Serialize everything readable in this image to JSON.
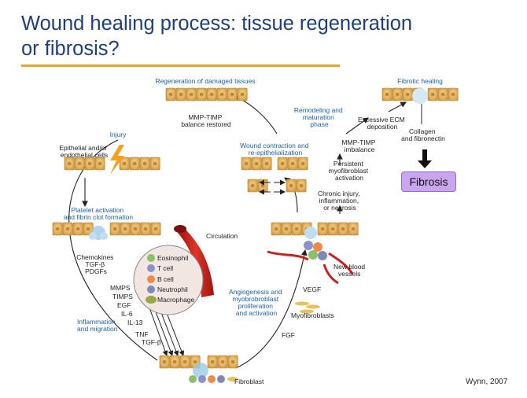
{
  "slide": {
    "title_line1": "Wound healing process: tissue regeneration",
    "title_line2": "or fibrosis?",
    "citation": "Wynn, 2007"
  },
  "colors": {
    "title": "#1f3f78",
    "rule": "#f0a320",
    "label_blue": "#1f5fa8",
    "cells": "#e3b15c",
    "vessel": "#c8221c",
    "fibrosis_box": "#c9a6ee"
  },
  "diagram": {
    "injury_title": "Injury",
    "injury_desc": [
      "Epithelial and/or",
      "endothelial cells"
    ],
    "platelet": [
      "Platelet activation",
      "and fibrin clot formation"
    ],
    "chemokines": [
      "Chemokines",
      "TGF-β",
      "PDGFs"
    ],
    "circulation": "Circulation",
    "immune_cells": [
      "Eosinophil",
      "T cell",
      "B cell",
      "Neutrophil",
      "Macrophage"
    ],
    "mediators": [
      "MMPS",
      "TIMPS",
      "EGF",
      "IL-6",
      "IL-13",
      "TNF",
      "TGF-β"
    ],
    "inflammation": [
      "Inflammation",
      "and migration"
    ],
    "fibroblast": "Fibroblast",
    "angiogenesis": [
      "Angiogenesis and",
      "myobrobroblast",
      "proliferation",
      "and activation"
    ],
    "fgf": "FGF",
    "myofibroblasts": "Myofibroblasts",
    "vegf": "VEGF",
    "new_vessels": [
      "New blood",
      "vessels"
    ],
    "chronic": [
      "Chronic injury,",
      "inflammation,",
      "or necrosis"
    ],
    "persistent": [
      "Persistent",
      "myofibroblast",
      "activation"
    ],
    "mmp_imbalance": [
      "MMP-TIMP",
      "imbalance"
    ],
    "excessive_ecm": [
      "Excessive ECM",
      "deposition"
    ],
    "fibrotic_healing": "Fibrotic healing",
    "collagen": [
      "Collagen",
      "and fibronectin"
    ],
    "fibrosis": "Fibrosis",
    "remodeling": [
      "Remodeling and",
      "maturation",
      "phase"
    ],
    "wound_contraction": [
      "Wound contraction and",
      "re-epithelialization"
    ],
    "mmp_restored": [
      "MMP-TIMP",
      "balance restored"
    ],
    "regeneration": "Regeneration of damaged tissues"
  }
}
